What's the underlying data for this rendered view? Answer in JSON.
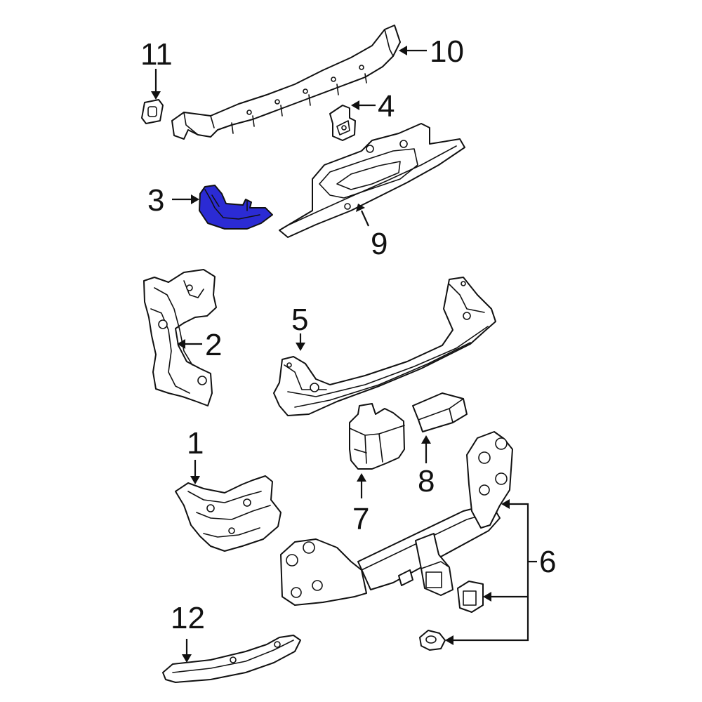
{
  "colors": {
    "highlight": "#2b2bd4",
    "line": "#111111",
    "background": "#ffffff"
  },
  "highlighted_part": "3",
  "callouts": {
    "c1": "1",
    "c2": "2",
    "c3": "3",
    "c4": "4",
    "c5": "5",
    "c6": "6",
    "c7": "7",
    "c8": "8",
    "c9": "9",
    "c10": "10",
    "c11": "11",
    "c12": "12"
  }
}
